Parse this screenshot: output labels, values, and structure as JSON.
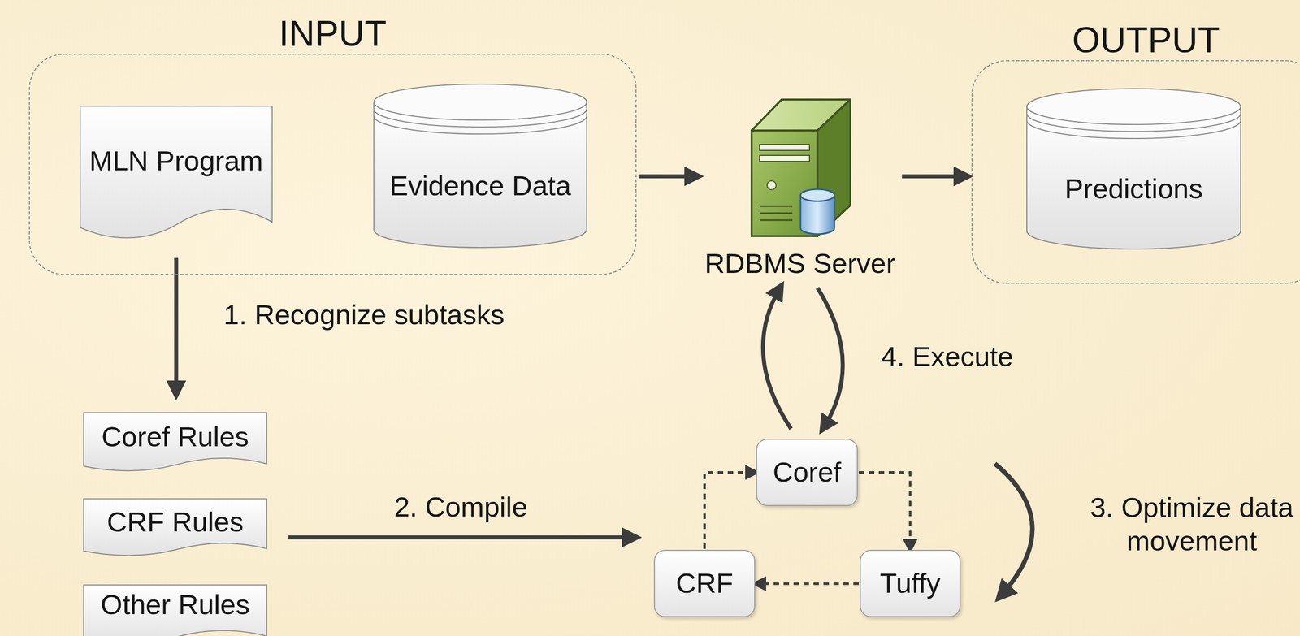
{
  "diagram": {
    "nodes": [
      {
        "text": [
          "INPUT"
        ]
      },
      {
        "text": [
          "MLN Program"
        ],
        "in": 0
      },
      {
        "text": [
          "Evidence Data"
        ],
        "in": 0
      },
      {
        "text": [
          "RDBMS Server"
        ]
      },
      {
        "text": [
          "OUTPUT"
        ]
      },
      {
        "text": [
          "Predictions"
        ],
        "in": 4
      },
      {
        "text": [
          "Coref Rules"
        ]
      },
      {
        "text": [
          "CRF Rules"
        ]
      },
      {
        "text": [
          "Other Rules"
        ]
      },
      {
        "text": [
          "Coref"
        ]
      },
      {
        "text": [
          "CRF"
        ]
      },
      {
        "text": [
          "Tuffy"
        ]
      }
    ],
    "edges": [
      {
        "from": 0,
        "to": 3,
        "arrow": "to"
      },
      {
        "from": 3,
        "to": 4,
        "arrow": "to"
      },
      {
        "from": 1,
        "to": 6,
        "label": "1. Recognize subtasks",
        "arrow": "to"
      },
      {
        "from": 7,
        "to": 10,
        "label": "2. Compile",
        "arrow": "to"
      },
      {
        "from": 9,
        "to": 3,
        "arrow": "to"
      },
      {
        "from": 3,
        "to": 9,
        "label": "4. Execute",
        "arrow": "to"
      },
      {
        "from": 10,
        "to": 9,
        "arrow": "to"
      },
      {
        "from": 9,
        "to": 11,
        "arrow": "to"
      },
      {
        "from": 11,
        "to": 10,
        "arrow": "to"
      }
    ],
    "labels": [
      "3. Optimize data movement"
    ]
  }
}
